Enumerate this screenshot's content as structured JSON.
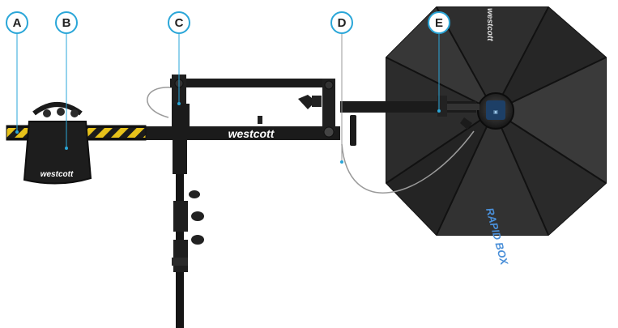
{
  "callouts": [
    {
      "id": "a",
      "label": "A"
    },
    {
      "id": "b",
      "label": "B"
    },
    {
      "id": "c",
      "label": "C"
    },
    {
      "id": "d",
      "label": "D"
    },
    {
      "id": "e",
      "label": "E"
    }
  ],
  "branding": {
    "boom_logo": "westcott",
    "sandbag_logo": "westcott",
    "softbox_logo": "westcott",
    "softbox_product": "RAPID BOX"
  },
  "colors": {
    "callout_ring": "#2aa6d8",
    "equipment_black": "#1b1b1b",
    "hazard_yellow": "#e7c21a",
    "softbox_panel": "#2b2b2b",
    "softbox_panel_light": "#3a3a3a",
    "cable": "#9a9a9a"
  },
  "icons": {
    "counterweight_stripe": "hazard-stripe-icon",
    "logo_mark": "westcott-logo-icon"
  }
}
